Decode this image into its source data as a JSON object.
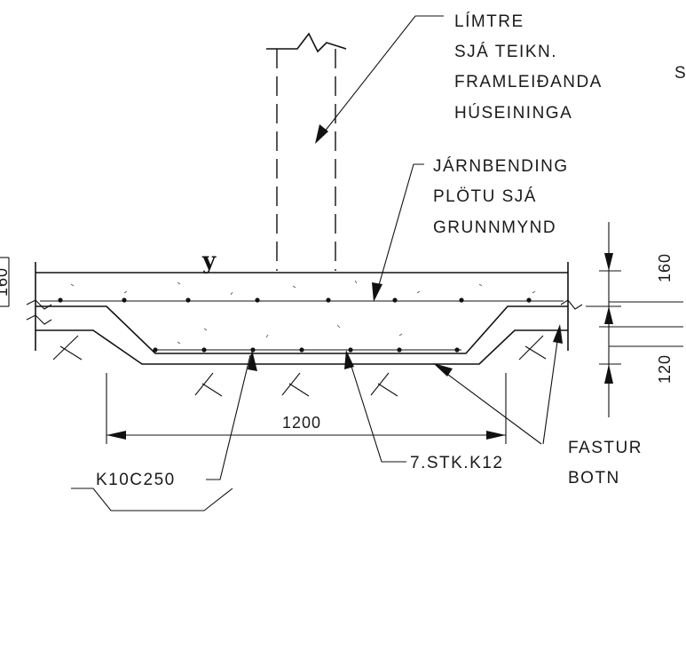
{
  "labels": {
    "limtre": [
      "LÍMTRE",
      "SJÁ TEIKN.",
      "FRAMLEIÐANDA",
      "HÚSEININGA"
    ],
    "jarnbending": [
      "JÁRNBENDING",
      "PLÖTU SJÁ",
      "GRUNNMYND"
    ],
    "fastur_botn": [
      "FASTUR",
      "BOTN"
    ],
    "bar_left": "K10C250",
    "bar_bottom": "7.STK.K12",
    "edge_letter": "S"
  },
  "dimensions": {
    "width": "1200",
    "slab_thickness": "160",
    "thickening": "120",
    "left_cut": "160"
  },
  "symbols": {
    "level_mark": "y"
  },
  "colors": {
    "ink": "#111111",
    "paper": "#ffffff"
  }
}
